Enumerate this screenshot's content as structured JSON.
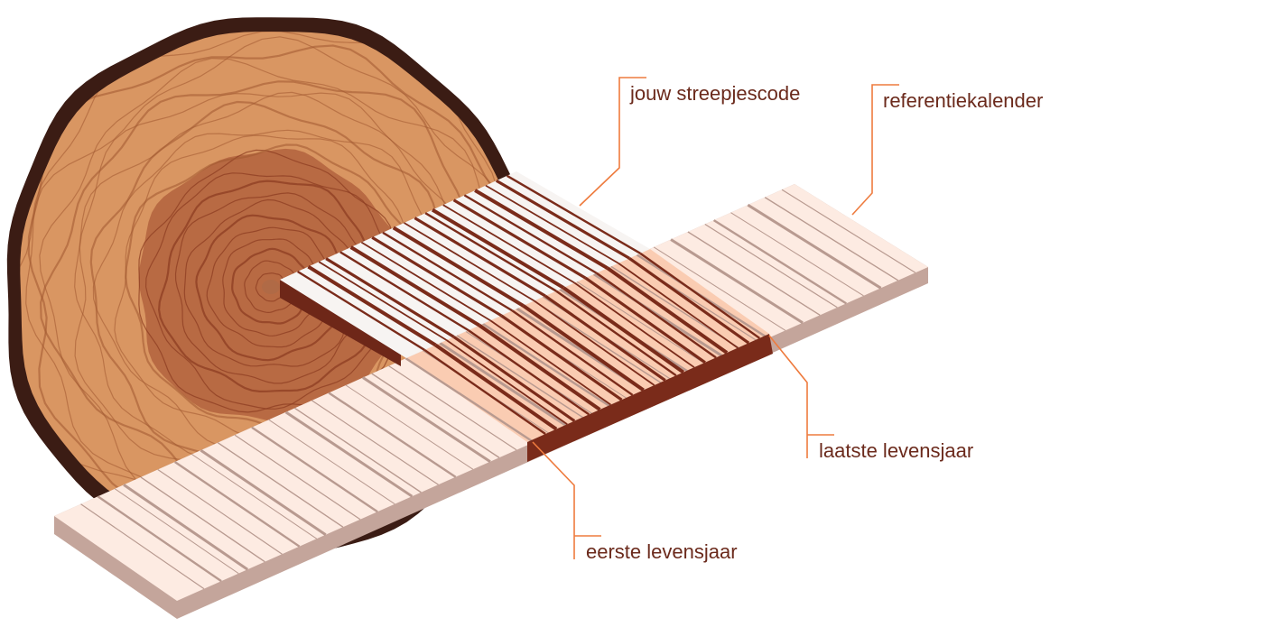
{
  "labels": {
    "barcode": "jouw streepjescode",
    "reference": "referentiekalender",
    "last_year": "laatste levensjaar",
    "first_year": "eerste levensjaar"
  },
  "colors": {
    "accent_orange": "#ee7b3e",
    "label_brown": "#6b2a1c",
    "wood_light": "#d99662",
    "wood_dark": "#b86a43",
    "bark": "#3b1c14",
    "stripe_dark": "#7a2b1a",
    "reference_strip": "#fdebe2",
    "overlap_zone": "#f9c9ad"
  },
  "icons": [
    "tree-trunk-cross-section",
    "barcode-strip",
    "reference-calendar-strip"
  ]
}
